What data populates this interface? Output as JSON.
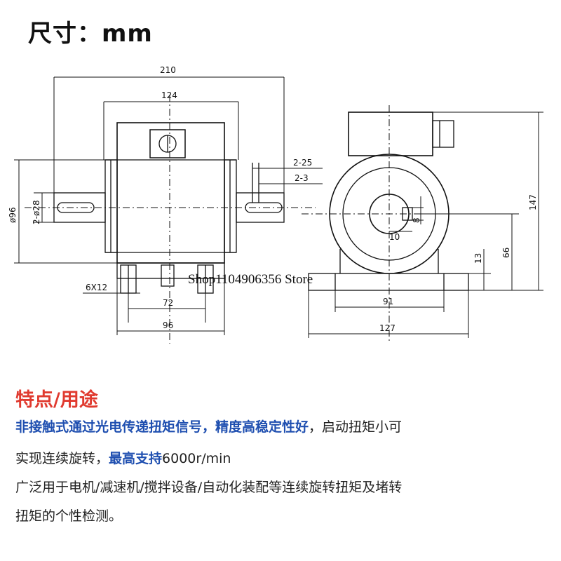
{
  "header": {
    "title": "尺寸：mm"
  },
  "dimensions": {
    "d210": "210",
    "d124": "124",
    "d2_25": "2-25",
    "d2_3": "2-3",
    "d96_dia": "ø96",
    "d2_28": "2-ø28",
    "d6x12": "6X12",
    "d72": "72",
    "d96": "96",
    "d91": "91",
    "d127": "127",
    "d147": "147",
    "d66": "66",
    "d13": "13",
    "d10": "10",
    "d8": "8"
  },
  "watermark": "Shop1104906356 Store",
  "features": {
    "title": "特点/用途",
    "line1_blue": "非接触式通过光电传递扭矩信号，精度高稳定性好",
    "line1_rest": "，启动扭矩小可",
    "line2_start": "实现连续旋转，",
    "line2_blue": "最高支持",
    "line2_rest": "6000r/min",
    "line3": "广泛用于电机/减速机/搅拌设备/自动化装配等连续旋转扭矩及堵转",
    "line4": "扭矩的个性检测。"
  }
}
